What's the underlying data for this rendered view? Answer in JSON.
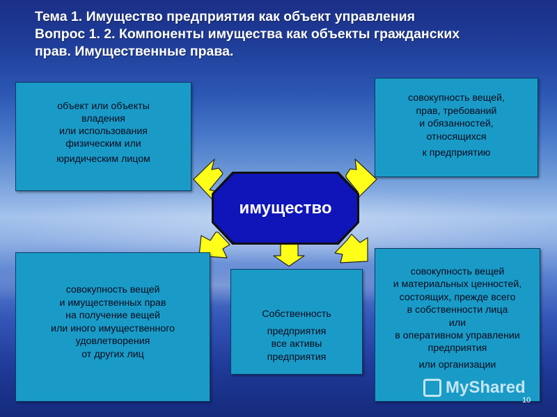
{
  "title": {
    "line1": "Тема 1. Имущество предприятия как объект управления",
    "line2": "Вопрос 1. 2. Компоненты имущества как объекты гражданских",
    "line3": "прав. Имущественные права."
  },
  "center": {
    "label": "имущество"
  },
  "boxes": {
    "top_left": [
      "объект или объекты",
      "владения",
      "или использования",
      "физическим или",
      "юридическим лицом"
    ],
    "top_right": [
      "совокупность вещей,",
      "прав, требований",
      "и обязанностей,",
      "относящихся",
      "к предприятию"
    ],
    "bottom_left": [
      "совокупность вещей",
      "и имущественных прав",
      "на получение вещей",
      "или иного имущественного",
      "удовлетворения",
      "от других лиц"
    ],
    "bottom_center": [
      "Собственность",
      "предприятия",
      "все активы",
      "предприятия"
    ],
    "bottom_right": [
      "совокупность вещей",
      "и материальных ценностей,",
      "состоящих, прежде всего",
      "в собственности лица",
      "или",
      "в оперативном управлении",
      "предприятия",
      "или организации"
    ]
  },
  "watermark": {
    "text": "MyShared"
  },
  "page_number": "10",
  "colors": {
    "box_fill": "#1a9bc7",
    "center_fill": "#0f15b8",
    "arrow_fill": "#ffff1a"
  }
}
